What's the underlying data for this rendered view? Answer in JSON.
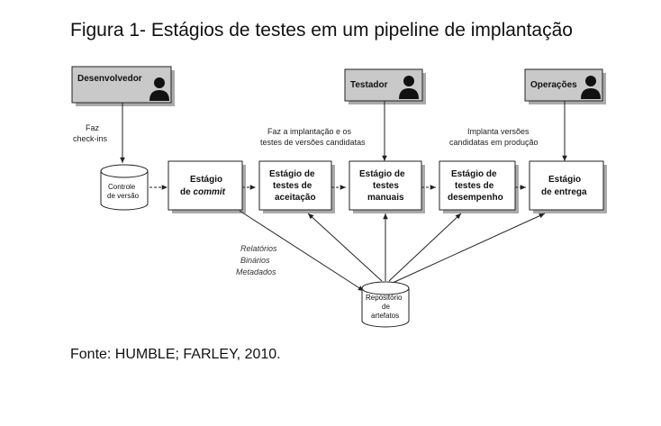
{
  "figure": {
    "caption": "Figura 1- Estágios de testes em um pipeline de implantação",
    "source": "Fonte: HUMBLE; FARLEY, 2010."
  },
  "actors": {
    "developer": "Desenvolvedor",
    "tester": "Testador",
    "operations": "Operações"
  },
  "notes": {
    "checkins": [
      "Faz",
      "check-ins"
    ],
    "deploy_tests": [
      "Faz a implantação e os",
      "testes de versões candidatas"
    ],
    "deploy_prod": [
      "Implanta versões",
      "candidatas em produção"
    ],
    "artifacts": [
      "Relatórios",
      "Binários",
      "Metadados"
    ]
  },
  "stores": {
    "version_control": [
      "Controle",
      "de versão"
    ],
    "artifact_repo": [
      "Repositório",
      "de",
      "artefatos"
    ]
  },
  "stages": {
    "commit": {
      "line1": "Estágio",
      "line2_prefix": "de ",
      "line2_emph": "commit"
    },
    "acceptance": [
      "Estágio de",
      "testes de",
      "aceitação"
    ],
    "manual": [
      "Estágio de",
      "testes",
      "manuais"
    ],
    "performance": [
      "Estágio de",
      "testes de",
      "desempenho"
    ],
    "delivery": [
      "Estágio",
      "de entrega"
    ]
  },
  "colors": {
    "actor_fill": "#c9c9c9",
    "box_fill": "#ffffff",
    "stroke": "#222222",
    "shadow": "#a9a9a9"
  }
}
